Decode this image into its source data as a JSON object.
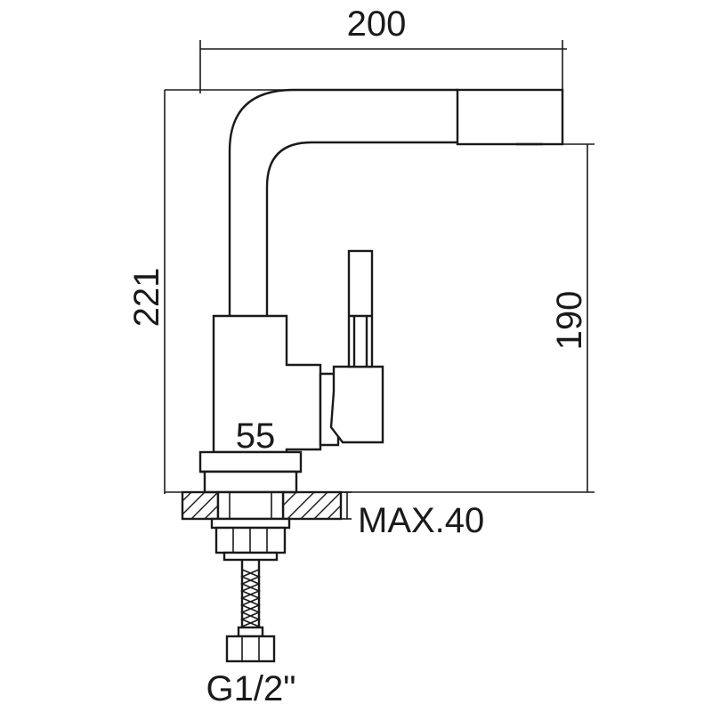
{
  "dimensions": {
    "total_width": "200",
    "total_height": "221",
    "spout_height": "190",
    "base_diameter": "55",
    "max_deck_thickness": "MAX.40",
    "connection_thread": "G1/2\""
  }
}
